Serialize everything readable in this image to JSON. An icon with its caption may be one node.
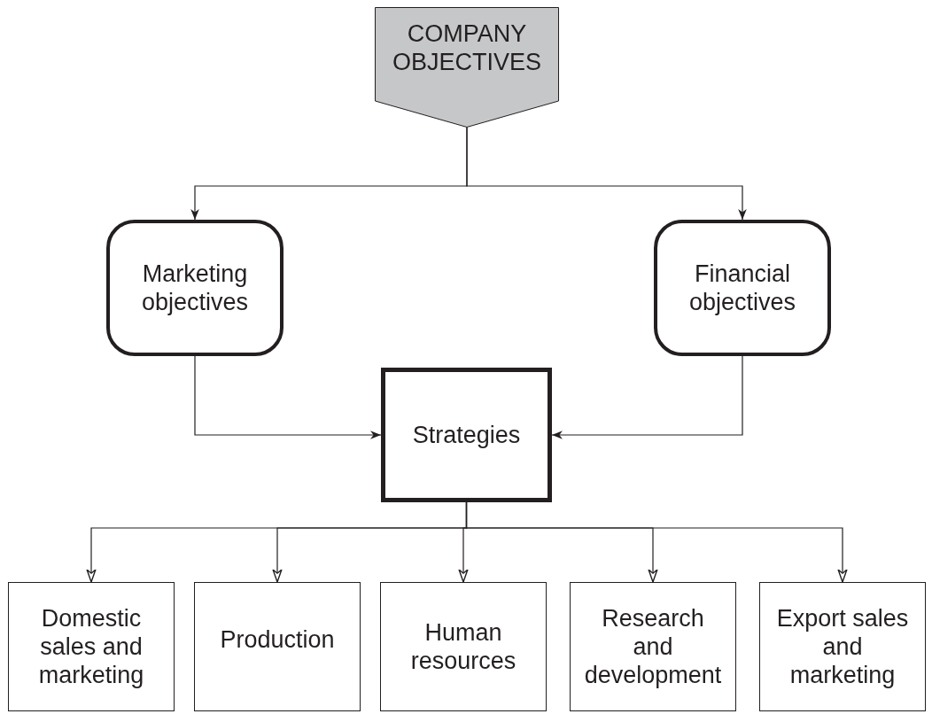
{
  "diagram": {
    "nodes": [
      {
        "text": [
          "COMPANY OBJECTIVES"
        ]
      },
      {
        "text": [
          "Marketing objectives"
        ]
      },
      {
        "text": [
          "Financial objectives"
        ]
      },
      {
        "text": [
          "Strategies"
        ]
      },
      {
        "text": [
          "Domestic sales and marketing"
        ]
      },
      {
        "text": [
          "Production"
        ]
      },
      {
        "text": [
          "Human resources"
        ]
      },
      {
        "text": [
          "Research and development"
        ]
      },
      {
        "text": [
          "Export sales and marketing"
        ]
      }
    ],
    "edges": [
      {
        "from": 0,
        "to": 1,
        "arrow": "to"
      },
      {
        "from": 0,
        "to": 2,
        "arrow": "to"
      },
      {
        "from": 1,
        "to": 3,
        "arrow": "to"
      },
      {
        "from": 2,
        "to": 3,
        "arrow": "to"
      },
      {
        "from": 3,
        "to": 4,
        "arrow": "to"
      },
      {
        "from": 3,
        "to": 5,
        "arrow": "to"
      },
      {
        "from": 3,
        "to": 6,
        "arrow": "to"
      },
      {
        "from": 3,
        "to": 7,
        "arrow": "to"
      },
      {
        "from": 3,
        "to": 8,
        "arrow": "to"
      }
    ]
  }
}
